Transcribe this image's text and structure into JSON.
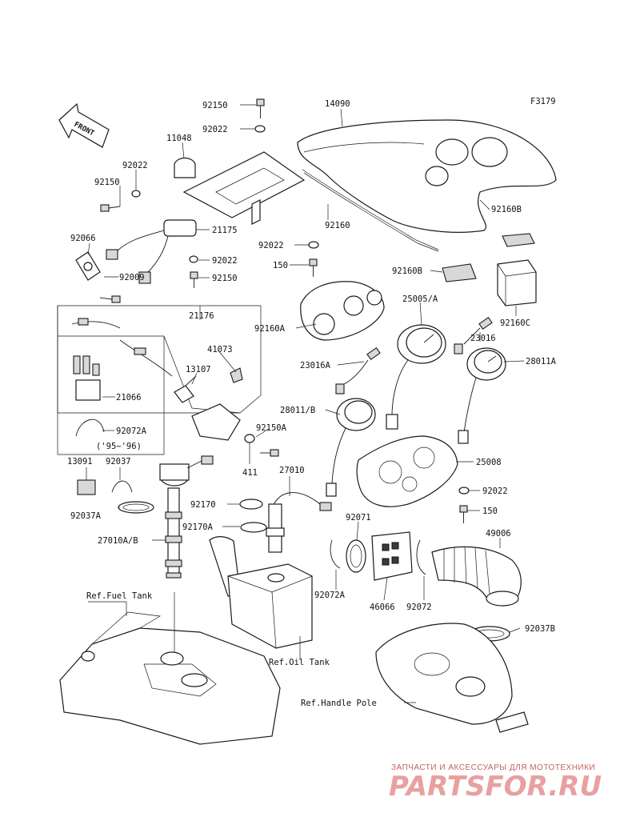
{
  "figure_id": "F3179",
  "front_arrow_text": "FRONT",
  "parts": {
    "p14090": "14090",
    "p92150_top": "92150",
    "p92022_top": "92022",
    "p11048": "11048",
    "p92022_left": "92022",
    "p92150_left": "92150",
    "p92066": "92066",
    "p92009": "92009",
    "p21175": "21175",
    "p92022_mid": "92022",
    "p92150_mid": "92150",
    "p92160": "92160",
    "p92022_c": "92022",
    "p150_c": "150",
    "p92160B_a": "92160B",
    "p92160B_b": "92160B",
    "p92160C": "92160C",
    "p92160A": "92160A",
    "p25005A": "25005/A",
    "p23016": "23016",
    "p23016A": "23016A",
    "p28011A": "28011A",
    "p21176": "21176",
    "p41073": "41073",
    "p13107": "13107",
    "p21066": "21066",
    "p92072A_box": "92072A",
    "years_note": "('95~'96)",
    "p28011B": "28011/B",
    "p92150A": "92150A",
    "p411": "411",
    "p25008": "25008",
    "p13091": "13091",
    "p92037": "92037",
    "p92037A": "92037A",
    "p27010": "27010",
    "p92022_r": "92022",
    "p150_r": "150",
    "p92170": "92170",
    "p92170A": "92170A",
    "p92071": "92071",
    "p49006": "49006",
    "p27010AB": "27010A/B",
    "p92072A": "92072A",
    "p46066": "46066",
    "p92072": "92072",
    "p92037B": "92037B"
  },
  "references": {
    "fuel_tank": "Ref.Fuel Tank",
    "oil_tank": "Ref.Oil Tank",
    "handle_pole": "Ref.Handle Pole"
  },
  "watermark": {
    "tagline": "ЗАПЧАСТИ И АКСЕССУАРЫ ДЛЯ МОТОТЕХНИКИ",
    "brand": "PARTSFOR.RU"
  }
}
